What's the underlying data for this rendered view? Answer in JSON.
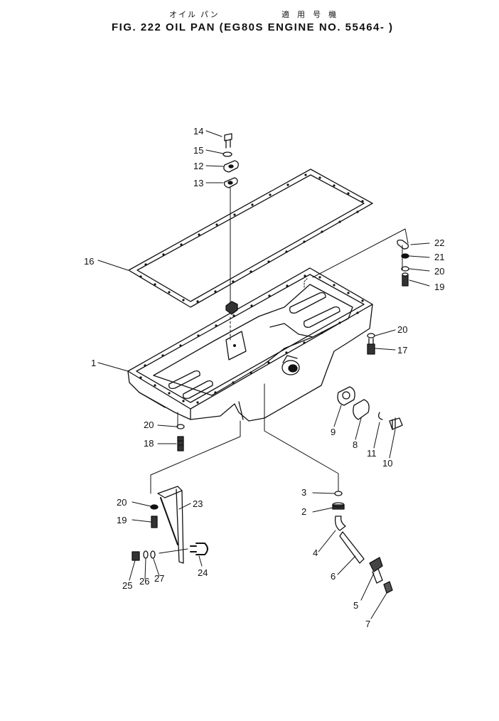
{
  "header": {
    "jp_part_name": "オイル パン",
    "jp_applicable": "適 用 号 機",
    "title": "FIG. 222  OIL PAN (EG80S ENGINE NO. 55464- )"
  },
  "callouts": {
    "c1": "1",
    "c2": "2",
    "c3": "3",
    "c4": "4",
    "c5": "5",
    "c6": "6",
    "c7": "7",
    "c8": "8",
    "c9": "9",
    "c10": "10",
    "c11": "11",
    "c12": "12",
    "c13": "13",
    "c14": "14",
    "c15": "15",
    "c16": "16",
    "c17": "17",
    "c18": "18",
    "c19a": "19",
    "c19b": "19",
    "c20a": "20",
    "c20b": "20",
    "c20c": "20",
    "c20d": "20",
    "c21": "21",
    "c22": "22",
    "c23": "23",
    "c24": "24",
    "c25": "25",
    "c26": "26",
    "c27": "27"
  }
}
